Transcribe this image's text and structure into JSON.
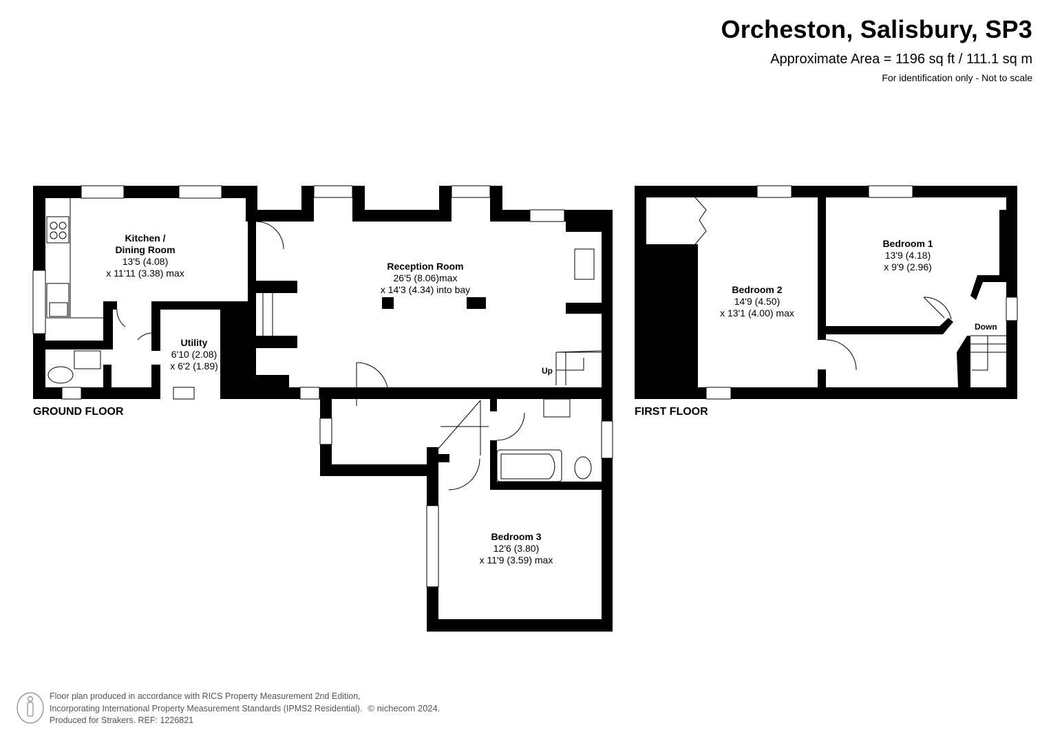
{
  "header": {
    "title": "Orcheston, Salisbury, SP3",
    "area": "Approximate Area = 1196 sq ft / 111.1 sq m",
    "note": "For identification only - Not to scale"
  },
  "floors": {
    "ground": {
      "label": "GROUND FLOOR",
      "rooms": [
        {
          "name": "Kitchen /",
          "name2": "Dining Room",
          "dim1": "13'5 (4.08)",
          "dim2": "x 11'11 (3.38) max"
        },
        {
          "name": "Utility",
          "dim1": "6'10 (2.08)",
          "dim2": "x 6'2 (1.89)"
        },
        {
          "name": "Reception Room",
          "dim1": "26'5 (8.06)max",
          "dim2": "x 14'3 (4.34) into bay"
        },
        {
          "name": "Bedroom 3",
          "dim1": "12'6 (3.80)",
          "dim2": "x 11'9 (3.59) max"
        }
      ],
      "stairs_label": "Up"
    },
    "first": {
      "label": "FIRST FLOOR",
      "rooms": [
        {
          "name": "Bedroom 2",
          "dim1": "14'9 (4.50)",
          "dim2": "x 13'1 (4.00) max"
        },
        {
          "name": "Bedroom 1",
          "dim1": "13'9 (4.18)",
          "dim2": "x 9'9 (2.96)"
        }
      ],
      "stairs_label": "Down"
    }
  },
  "footer": {
    "line1": "Floor plan produced in accordance with RICS Property Measurement 2nd Edition,",
    "line2": "Incorporating International Property Measurement Standards (IPMS2 Residential).",
    "copyright": "© nichecom 2024.",
    "line3": "Produced for Strakers.   REF: 1226821",
    "icon": "person-info-icon"
  },
  "colors": {
    "wall": "#000000",
    "background": "#ffffff",
    "footer_text": "#555555"
  }
}
